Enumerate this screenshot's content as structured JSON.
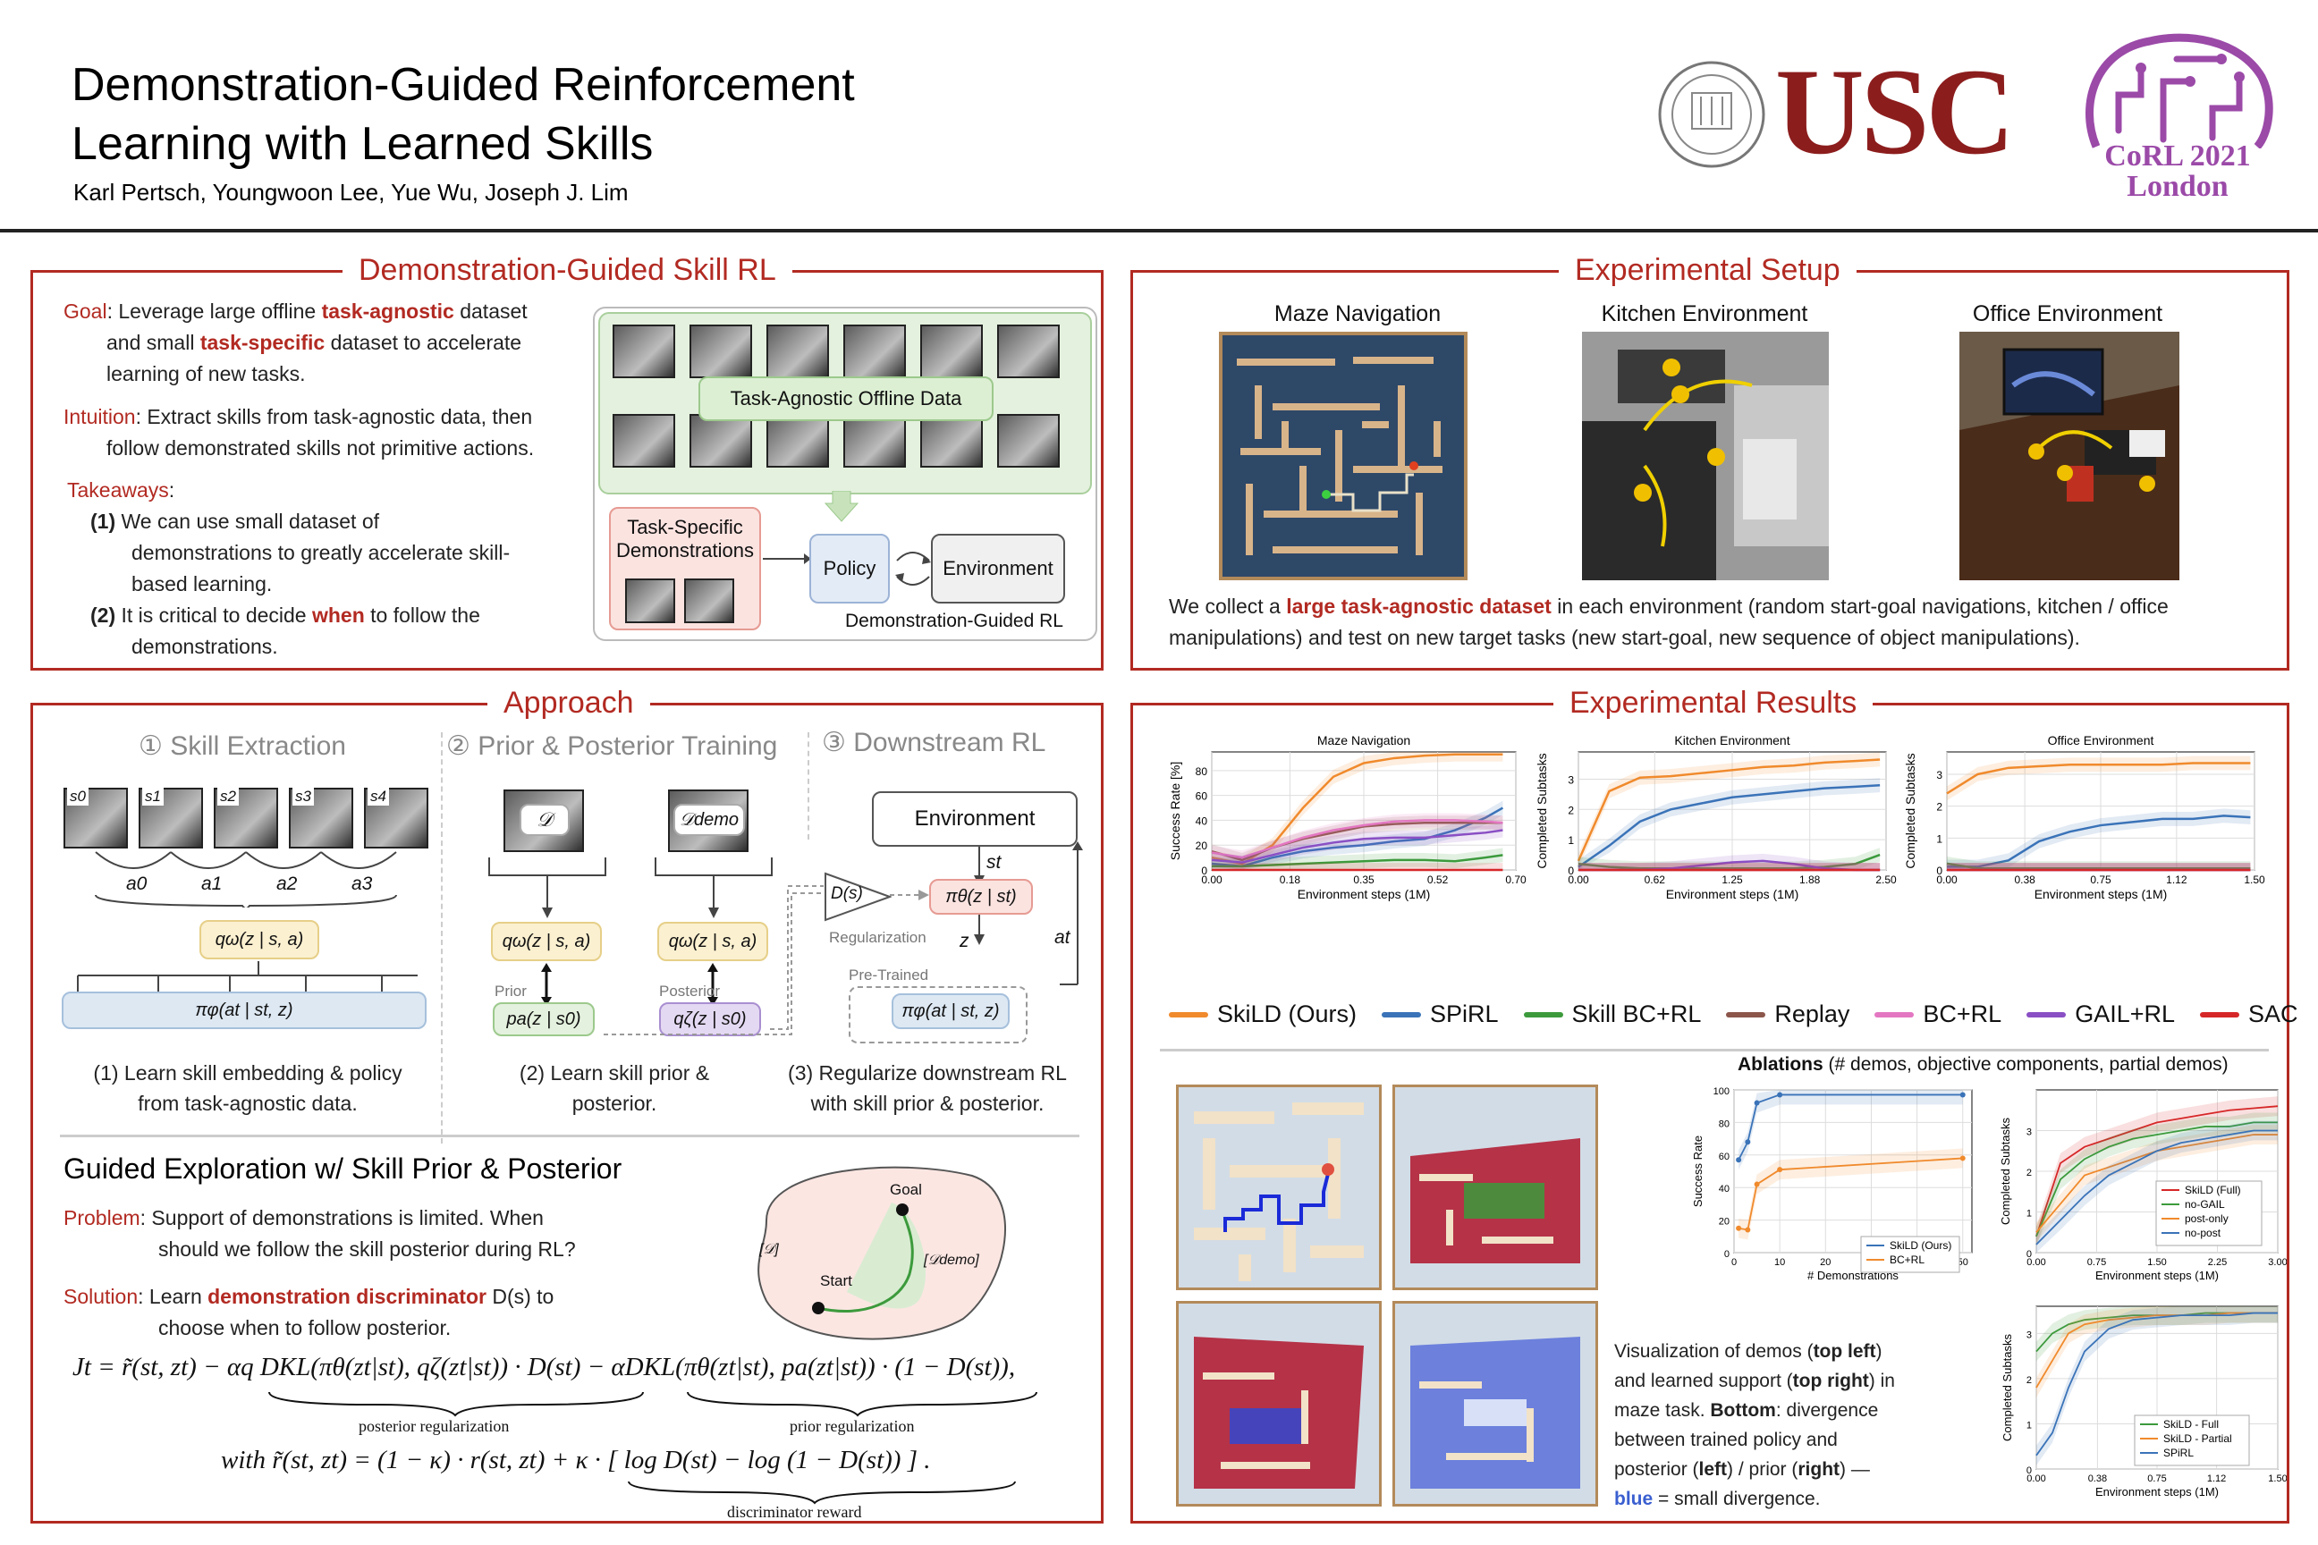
{
  "header": {
    "title_line1": "Demonstration-Guided Reinforcement",
    "title_line2": "Learning with Learned Skills",
    "authors": "Karl Pertsch, Youngwoon Lee, Yue Wu, Joseph J. Lim",
    "usc": "USC",
    "corl_line1": "CoRL 2021",
    "corl_line2": "London"
  },
  "colors": {
    "accent": "#b22a22",
    "skild": "#f08a2c",
    "spirl": "#3a73b8",
    "skillbc": "#3c9a3c",
    "replay": "#8c564b",
    "bcrl": "#e377c2",
    "gail": "#8a4fc4",
    "sac": "#d62728"
  },
  "skill_rl": {
    "title": "Demonstration-Guided Skill RL",
    "goal_label": "Goal",
    "goal_a": ": Leverage large offline ",
    "goal_b": "task-agnostic",
    "goal_c": " dataset",
    "goal_d": "and small ",
    "goal_e": "task-specific",
    "goal_f": " dataset to accelerate",
    "goal_g": "learning of new tasks.",
    "intuition_label": "Intuition",
    "intuition_a": ": Extract skills from task-agnostic data, then",
    "intuition_b": "follow demonstrated skills not primitive actions.",
    "takeaways_label": "Takeaways",
    "takeaways_colon": ":",
    "t1_num": "(1)",
    "t1_a": " We can use small dataset of",
    "t1_b": "demonstrations to greatly accelerate skill-",
    "t1_c": "based learning.",
    "t2_num": "(2)",
    "t2_a": " It is critical to decide ",
    "t2_b": "when",
    "t2_c": " to follow the",
    "t2_d": "demonstrations.",
    "fig_offline": "Task-Agnostic Offline Data",
    "fig_demos_1": "Task-Specific",
    "fig_demos_2": "Demonstrations",
    "fig_policy": "Policy",
    "fig_env": "Environment",
    "fig_caption": "Demonstration-Guided RL"
  },
  "setup": {
    "title": "Experimental Setup",
    "env1": "Maze Navigation",
    "env2": "Kitchen Environment",
    "env3": "Office Environment",
    "desc_a": "We collect a ",
    "desc_b": "large task-agnostic dataset",
    "desc_c": " in each environment (random start-goal navigations, kitchen / office",
    "desc_d": "manipulations) and test on new target tasks (new start-goal, new sequence of object manipulations)."
  },
  "approach": {
    "title": "Approach",
    "step1": "① Skill Extraction",
    "step2": "② Prior & Posterior Training",
    "step3": "③ Downstream RL",
    "states": [
      "s0",
      "s1",
      "s2",
      "s3",
      "s4"
    ],
    "actions": [
      "a0",
      "a1",
      "a2",
      "a3"
    ],
    "q_label": "qω(z | s, a)",
    "pi_label": "πφ(at | st, z)",
    "D_label": "𝒟",
    "Ddemo_label": "𝒟demo",
    "prior_word": "Prior",
    "posterior_word": "Posterior",
    "pa_label": "pa(z | s0)",
    "qz_label": "qζ(z | s0)",
    "env": "Environment",
    "Ds": "D(s)",
    "pi_theta": "πθ(z | st)",
    "st": "st",
    "z": "z",
    "at": "at",
    "regularization": "Regularization",
    "pretrained": "Pre-Trained",
    "pi_phi2": "πφ(at | st, z)",
    "cap1_a": "(1) Learn skill embedding & policy",
    "cap1_b": "from task-agnostic data.",
    "cap2_a": "(2) Learn skill prior &",
    "cap2_b": "posterior.",
    "cap3_a": "(3) Regularize downstream RL",
    "cap3_b": "with skill prior & posterior.",
    "guided_title": "Guided Exploration w/ Skill Prior & Posterior",
    "problem_label": "Problem",
    "problem_a": ": Support of demonstrations is limited. When",
    "problem_b": "should we follow the skill posterior during RL?",
    "solution_label": "Solution",
    "solution_a": ": Learn ",
    "solution_b": "demonstration discriminator",
    "solution_c": " D(s) to",
    "solution_d": "choose when to follow posterior.",
    "goal": "Goal",
    "start": "Start",
    "setD": "[𝒟]",
    "setDdemo": "[𝒟demo]",
    "eq1": "Jt = r̃(st, zt) − αq DKL(πθ(zt|st), qζ(zt|st)) · D(st) − αDKL(πθ(zt|st), pa(zt|st)) · (1 − D(st)),",
    "eq1_brace1": "posterior regularization",
    "eq1_brace2": "prior regularization",
    "eq2": "with r̃(st, zt) = (1 − κ) · r(st, zt) + κ · [ log D(st) − log (1 − D(st)) ] .",
    "eq2_brace": "discriminator reward"
  },
  "results": {
    "title": "Experimental Results",
    "ablations_a": "Ablations",
    "ablations_b": " (# demos, objective components, partial demos)",
    "vis_a": "Visualization of demos (",
    "vis_b": "top left",
    "vis_c": ")",
    "vis_d": "and learned support (",
    "vis_e": "top right",
    "vis_f": ") in",
    "vis_g": "maze task. ",
    "vis_h": "Bottom",
    "vis_i": ": divergence",
    "vis_j": "between trained policy and",
    "vis_k": "posterior (",
    "vis_l": "left",
    "vis_m": ") / prior (",
    "vis_n": "right",
    "vis_o": ") —",
    "vis_p": "blue",
    "vis_q": " = small divergence."
  },
  "legend": [
    {
      "name": "SkiLD (Ours)",
      "color": "#f08a2c",
      "marker": "line"
    },
    {
      "name": "SPiRL",
      "color": "#3a73b8",
      "marker": "line"
    },
    {
      "name": "Skill BC+RL",
      "color": "#3c9a3c",
      "marker": "line"
    },
    {
      "name": "Replay",
      "color": "#8c564b",
      "marker": "circle"
    },
    {
      "name": "BC+RL",
      "color": "#e377c2",
      "marker": "star"
    },
    {
      "name": "GAIL+RL",
      "color": "#8a4fc4",
      "marker": "diamond"
    },
    {
      "name": "SAC",
      "color": "#d62728",
      "marker": "circle"
    }
  ],
  "chart_data": [
    {
      "type": "line",
      "title": "Maze Navigation",
      "xlabel": "Environment steps (1M)",
      "ylabel": "Success Rate [%]",
      "xlim": [
        0,
        0.7
      ],
      "ylim": [
        0,
        95
      ],
      "xticks": [
        "0.00",
        "0.18",
        "0.35",
        "0.52",
        "0.70"
      ],
      "yticks": [
        "0",
        "20",
        "40",
        "60",
        "80"
      ],
      "x": [
        0,
        0.07,
        0.14,
        0.21,
        0.28,
        0.35,
        0.42,
        0.49,
        0.56,
        0.63,
        0.67
      ],
      "series": [
        {
          "name": "SkiLD (Ours)",
          "values": [
            10,
            5,
            20,
            50,
            75,
            86,
            90,
            92,
            93,
            93,
            93
          ]
        },
        {
          "name": "SPiRL",
          "values": [
            5,
            3,
            10,
            15,
            18,
            20,
            23,
            25,
            32,
            42,
            50
          ]
        },
        {
          "name": "Skill BC+RL",
          "values": [
            3,
            3,
            4,
            5,
            6,
            7,
            8,
            8,
            7,
            10,
            12
          ]
        },
        {
          "name": "Replay",
          "values": [
            15,
            8,
            18,
            25,
            30,
            35,
            37,
            38,
            38,
            38,
            38
          ]
        },
        {
          "name": "BC+RL",
          "values": [
            14,
            10,
            18,
            26,
            32,
            36,
            39,
            40,
            40,
            39,
            38
          ]
        },
        {
          "name": "GAIL+RL",
          "values": [
            8,
            6,
            12,
            18,
            22,
            25,
            26,
            26,
            28,
            30,
            32
          ]
        },
        {
          "name": "SAC",
          "values": [
            0,
            0,
            0,
            0,
            0,
            0,
            0,
            0,
            0,
            0,
            0
          ]
        }
      ]
    },
    {
      "type": "line",
      "title": "Kitchen Environment",
      "xlabel": "Environment steps (1M)",
      "ylabel": "Completed Subtasks",
      "xlim": [
        0,
        2.5
      ],
      "ylim": [
        0,
        3.9
      ],
      "xticks": [
        "0.00",
        "0.62",
        "1.25",
        "1.88",
        "2.50"
      ],
      "yticks": [
        "0",
        "1",
        "2",
        "3"
      ],
      "x": [
        0,
        0.25,
        0.5,
        0.75,
        1.0,
        1.25,
        1.5,
        1.75,
        2.0,
        2.25,
        2.45
      ],
      "series": [
        {
          "name": "SkiLD (Ours)",
          "values": [
            0.3,
            2.6,
            3.05,
            3.1,
            3.2,
            3.3,
            3.4,
            3.45,
            3.55,
            3.6,
            3.65
          ]
        },
        {
          "name": "SPiRL",
          "values": [
            0.1,
            0.8,
            1.6,
            2.0,
            2.2,
            2.4,
            2.5,
            2.6,
            2.7,
            2.75,
            2.8
          ]
        },
        {
          "name": "Skill BC+RL",
          "values": [
            0.2,
            0.1,
            0.05,
            0.05,
            0.05,
            0.05,
            0.05,
            0.05,
            0.1,
            0.2,
            0.5
          ]
        },
        {
          "name": "Replay",
          "values": [
            0,
            0,
            0,
            0,
            0,
            0,
            0,
            0,
            0,
            0,
            0
          ]
        },
        {
          "name": "BC+RL",
          "values": [
            0,
            0,
            0,
            0,
            0,
            0,
            0,
            0,
            0,
            0,
            0
          ]
        },
        {
          "name": "GAIL+RL",
          "values": [
            0,
            0,
            0,
            0.05,
            0.15,
            0.25,
            0.3,
            0.2,
            0.05,
            0,
            0
          ]
        },
        {
          "name": "SAC",
          "values": [
            0,
            0,
            0,
            0,
            0,
            0,
            0,
            0,
            0,
            0,
            0
          ]
        }
      ]
    },
    {
      "type": "line",
      "title": "Office Environment",
      "xlabel": "Environment steps (1M)",
      "ylabel": "Completed Subtasks",
      "xlim": [
        0,
        1.5
      ],
      "ylim": [
        0,
        3.7
      ],
      "xticks": [
        "0.00",
        "0.38",
        "0.75",
        "1.12",
        "1.50"
      ],
      "yticks": [
        "0",
        "1",
        "2",
        "3"
      ],
      "x": [
        0,
        0.15,
        0.3,
        0.45,
        0.6,
        0.75,
        0.9,
        1.05,
        1.2,
        1.35,
        1.48
      ],
      "series": [
        {
          "name": "SkiLD (Ours)",
          "values": [
            2.4,
            3.0,
            3.2,
            3.25,
            3.3,
            3.3,
            3.3,
            3.3,
            3.35,
            3.35,
            3.35
          ]
        },
        {
          "name": "SPiRL",
          "values": [
            0.1,
            0.1,
            0.3,
            0.9,
            1.2,
            1.4,
            1.5,
            1.6,
            1.6,
            1.7,
            1.65
          ]
        },
        {
          "name": "Skill BC+RL",
          "values": [
            0.2,
            0.05,
            0.05,
            0.05,
            0.05,
            0.05,
            0.05,
            0.05,
            0.05,
            0.05,
            0.05
          ]
        },
        {
          "name": "Replay",
          "values": [
            0,
            0,
            0,
            0,
            0,
            0,
            0,
            0,
            0,
            0,
            0
          ]
        },
        {
          "name": "BC+RL",
          "values": [
            0,
            0,
            0,
            0,
            0,
            0,
            0,
            0,
            0,
            0,
            0
          ]
        },
        {
          "name": "GAIL+RL",
          "values": [
            0,
            0,
            0,
            0,
            0,
            0,
            0,
            0,
            0,
            0,
            0
          ]
        },
        {
          "name": "SAC",
          "values": [
            0,
            0,
            0,
            0,
            0,
            0,
            0,
            0,
            0,
            0,
            0
          ]
        }
      ]
    },
    {
      "type": "line",
      "title": "",
      "xlabel": "# Demonstrations",
      "ylabel": "Success Rate",
      "xlim": [
        0,
        52
      ],
      "ylim": [
        0,
        100
      ],
      "xticks": [
        "0",
        "10",
        "20",
        "30",
        "40",
        "50"
      ],
      "yticks": [
        "0",
        "20",
        "40",
        "60",
        "80",
        "100"
      ],
      "series": [
        {
          "name": "SkiLD (Ours)",
          "x": [
            1,
            3,
            5,
            10,
            50
          ],
          "values": [
            57,
            68,
            92,
            97,
            97
          ],
          "color": "#3a73b8"
        },
        {
          "name": "BC+RL",
          "x": [
            1,
            3,
            5,
            10,
            50
          ],
          "values": [
            15,
            14,
            42,
            51,
            58
          ],
          "color": "#f08a2c"
        }
      ]
    },
    {
      "type": "line",
      "title": "",
      "xlabel": "Environment steps (1M)",
      "ylabel": "Completed Subtasks",
      "xlim": [
        0,
        3
      ],
      "ylim": [
        0,
        4
      ],
      "xticks": [
        "0.00",
        "0.75",
        "1.50",
        "2.25",
        "3.00"
      ],
      "yticks": [
        "0",
        "1",
        "2",
        "3"
      ],
      "x": [
        0,
        0.3,
        0.6,
        0.9,
        1.2,
        1.5,
        1.8,
        2.1,
        2.4,
        2.7,
        3.0
      ],
      "series": [
        {
          "name": "SkiLD (Full)",
          "values": [
            0.4,
            2.2,
            2.6,
            2.8,
            3.0,
            3.2,
            3.3,
            3.4,
            3.5,
            3.55,
            3.6
          ],
          "color": "#d62728"
        },
        {
          "name": "no-GAIL",
          "values": [
            0.4,
            1.8,
            2.3,
            2.6,
            2.8,
            2.9,
            3.0,
            3.1,
            3.1,
            3.2,
            3.2
          ],
          "color": "#3c9a3c"
        },
        {
          "name": "post-only",
          "values": [
            0.5,
            1.2,
            1.9,
            2.1,
            2.3,
            2.5,
            2.6,
            2.7,
            2.8,
            2.9,
            2.9
          ],
          "color": "#f08a2c"
        },
        {
          "name": "no-post",
          "values": [
            0.2,
            0.8,
            1.4,
            1.9,
            2.2,
            2.5,
            2.7,
            2.8,
            2.9,
            3.0,
            3.0
          ],
          "color": "#3a73b8"
        }
      ]
    },
    {
      "type": "line",
      "title": "",
      "xlabel": "Environment steps (1M)",
      "ylabel": "Completed Subtasks",
      "xlim": [
        0,
        1.5
      ],
      "ylim": [
        0,
        3.6
      ],
      "xticks": [
        "0.00",
        "0.38",
        "0.75",
        "1.12",
        "1.50"
      ],
      "yticks": [
        "0",
        "1",
        "2",
        "3"
      ],
      "x": [
        0,
        0.1,
        0.2,
        0.3,
        0.45,
        0.6,
        0.75,
        0.9,
        1.05,
        1.2,
        1.35,
        1.5
      ],
      "series": [
        {
          "name": "SkiLD - Full",
          "values": [
            2.6,
            3.0,
            3.2,
            3.3,
            3.35,
            3.4,
            3.4,
            3.4,
            3.45,
            3.45,
            3.45,
            3.45
          ],
          "color": "#3c9a3c"
        },
        {
          "name": "SkiLD - Partial",
          "values": [
            1.8,
            2.4,
            3.0,
            3.2,
            3.3,
            3.35,
            3.4,
            3.4,
            3.4,
            3.45,
            3.45,
            3.45
          ],
          "color": "#f08a2c"
        },
        {
          "name": "SPiRL",
          "values": [
            0.3,
            0.8,
            1.8,
            2.6,
            3.1,
            3.3,
            3.35,
            3.4,
            3.4,
            3.4,
            3.45,
            3.45
          ],
          "color": "#3a73b8"
        }
      ]
    }
  ]
}
